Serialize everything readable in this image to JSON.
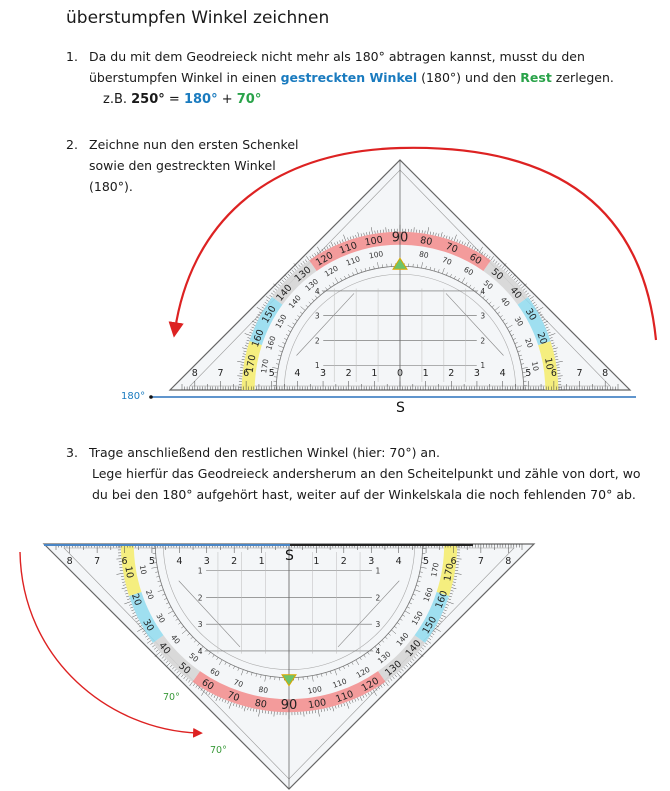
{
  "title": "überstumpfen Winkel zeichnen",
  "step1": {
    "num": "1.",
    "line1": "Da du mit dem Geodreieck nicht mehr als 180° abtragen kannst, musst du den",
    "line2_a": "überstumpfen Winkel in einen ",
    "line2_b": "gestreckten Winkel",
    "line2_c": " (180°) und den ",
    "line2_d": "Rest",
    "line2_e": " zerlegen.",
    "example_prefix": "z.B. ",
    "example_a": "250°",
    "example_eq": " = ",
    "example_b": "180°",
    "example_plus": " + ",
    "example_c": "70°"
  },
  "step2": {
    "num": "2.",
    "line1": "Zeichne nun den ersten Schenkel",
    "line2": "sowie den gestreckten Winkel",
    "line3": "(180°)."
  },
  "step3": {
    "num": "3.",
    "line1": "Trage anschließend den restlichen Winkel (hier: 70°) an.",
    "line2": "Lege hierfür das Geodreieck andersherum an den Scheitelpunkt und zähle von dort, wo",
    "line3": "du bei den 180° aufgehört hast, weiter auf der Winkelskala die noch fehlenden 70° ab."
  },
  "figure1": {
    "angle_label": "180°",
    "vertex_label": "S",
    "outer_scale": [
      "10",
      "20",
      "30",
      "40",
      "50",
      "60",
      "70",
      "80",
      "90",
      "100",
      "110",
      "120",
      "130",
      "140",
      "150",
      "160",
      "170"
    ],
    "inner_scale": [
      "170",
      "160",
      "150",
      "140",
      "130",
      "120",
      "110",
      "100",
      "80",
      "70",
      "60",
      "50",
      "40",
      "30",
      "20",
      "10"
    ],
    "ruler_left": [
      "8",
      "7",
      "6",
      "5",
      "4",
      "3",
      "2",
      "1"
    ],
    "ruler_center": "0",
    "ruler_right": [
      "1",
      "2",
      "3",
      "4",
      "5",
      "6",
      "7",
      "8"
    ]
  },
  "figure2": {
    "vertex_label": "S",
    "label_70_a": "70°",
    "label_70_b": "70°",
    "ruler_left": [
      "8",
      "7",
      "6",
      "5",
      "4",
      "3",
      "2",
      "1"
    ],
    "ruler_right": [
      "1",
      "2",
      "3",
      "4",
      "5",
      "6",
      "7",
      "8"
    ],
    "outer_scale": [
      "10",
      "20",
      "30",
      "40",
      "50",
      "60",
      "70",
      "80",
      "90",
      "100",
      "110",
      "120",
      "130",
      "140",
      "150",
      "160",
      "170"
    ],
    "inner_scale": [
      "170",
      "160",
      "150",
      "140",
      "130",
      "120",
      "110",
      "100",
      "80",
      "70",
      "60",
      "50",
      "40",
      "30",
      "20",
      "10"
    ]
  },
  "colors": {
    "red_arrow": "#dd2222",
    "line_blue": "#4a86c6",
    "text_blue": "#1a7bbf",
    "text_green": "#2aa34a",
    "band_red": "#f28b8b",
    "band_yellow": "#f4ec6a",
    "band_cyan": "#8fdbee",
    "label_green": "#3a9a3a"
  }
}
